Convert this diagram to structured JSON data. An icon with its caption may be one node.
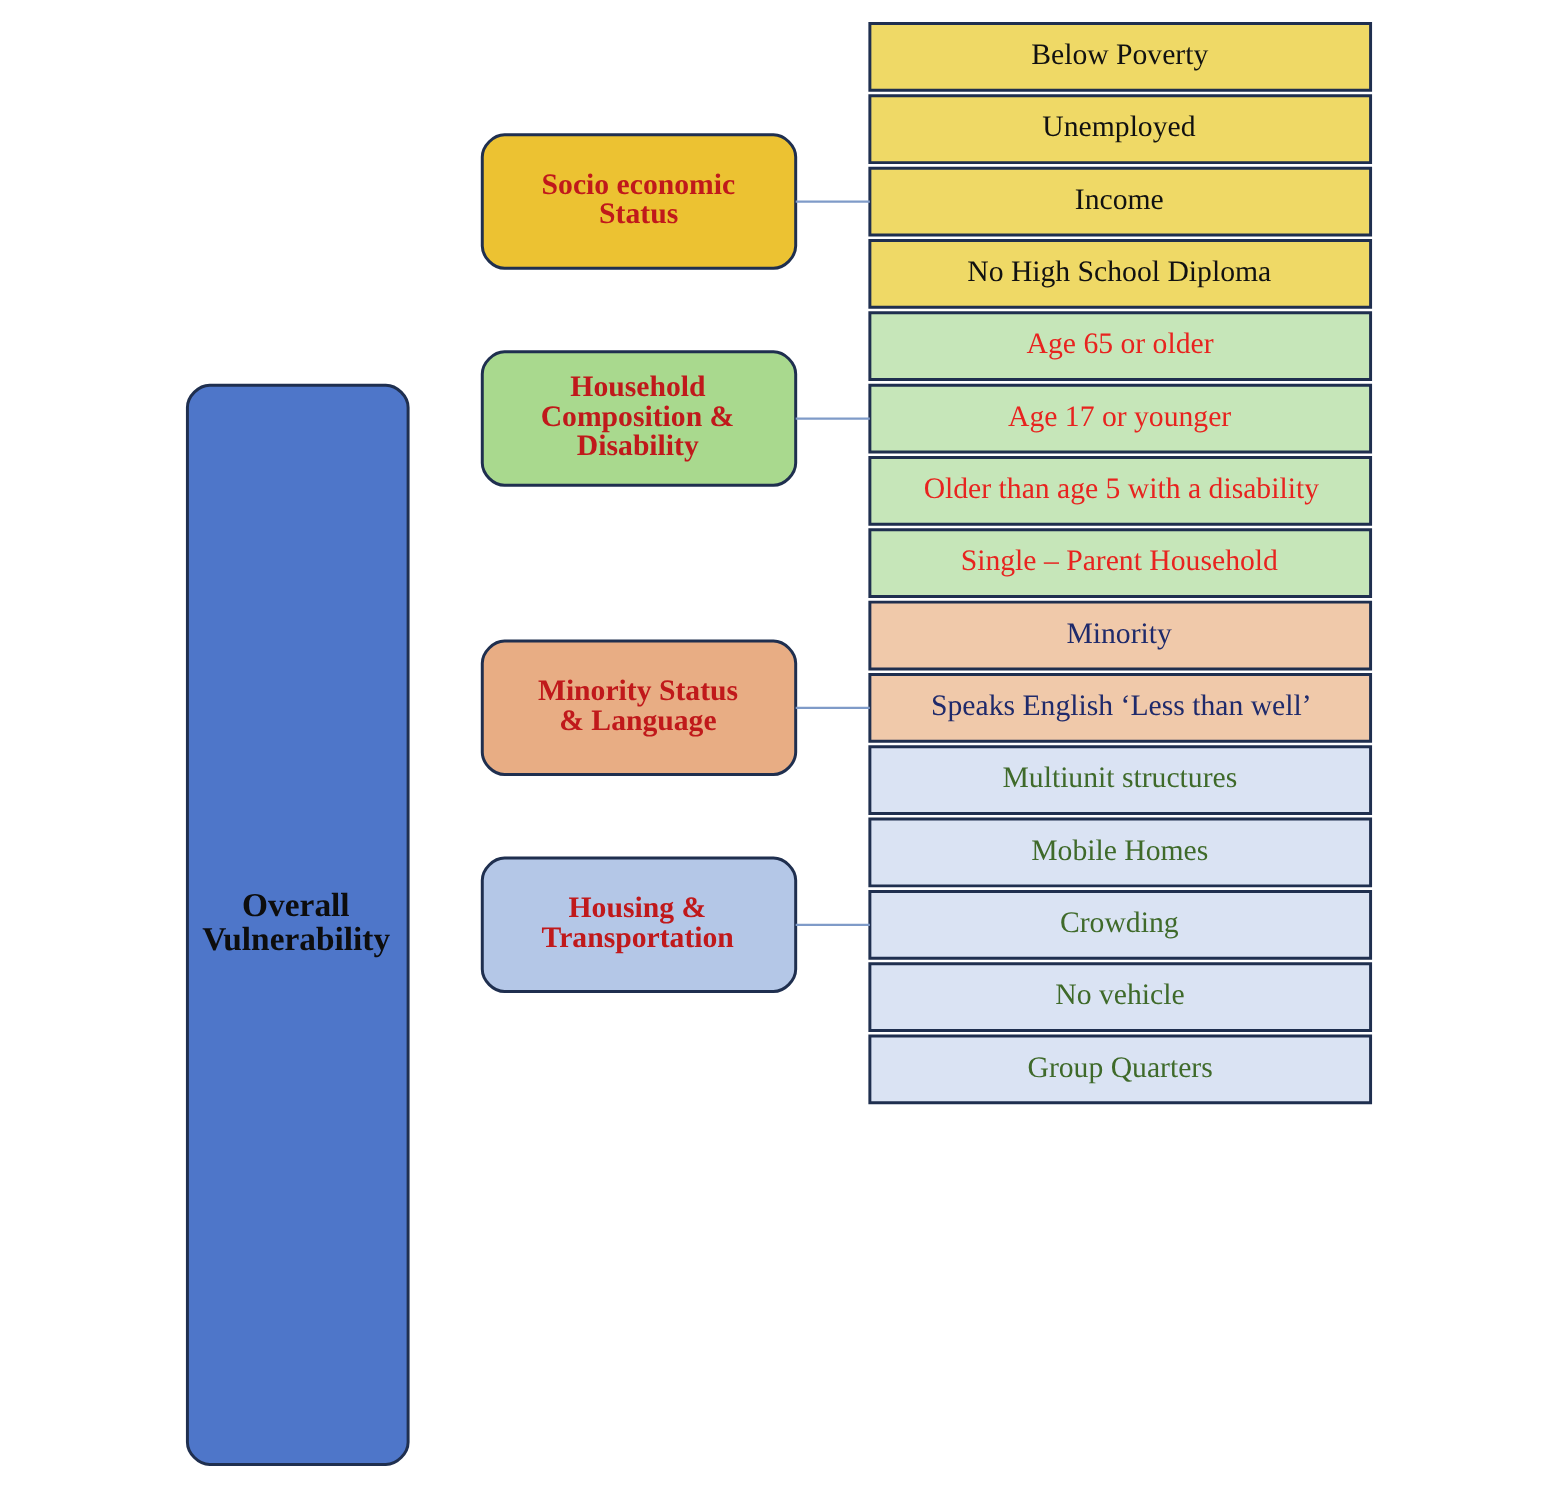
{
  "diagram": {
    "nodes": [
      {
        "text": [
          "Overall Vulnerability"
        ]
      },
      {
        "text": [
          "Socio economic Status"
        ]
      },
      {
        "text": [
          "Below Poverty"
        ]
      },
      {
        "text": [
          "Unemployed"
        ]
      },
      {
        "text": [
          "Income"
        ]
      },
      {
        "text": [
          "No High School Diploma"
        ]
      },
      {
        "text": [
          "Household Composition & Disability"
        ]
      },
      {
        "text": [
          "Age 65 or older"
        ]
      },
      {
        "text": [
          "Age 17 or younger"
        ]
      },
      {
        "text": [
          "Older than age 5 with a disability"
        ]
      },
      {
        "text": [
          "Single – Parent Household"
        ]
      },
      {
        "text": [
          "Minority Status & Language"
        ]
      },
      {
        "text": [
          "Minority"
        ]
      },
      {
        "text": [
          "Speaks English ‘Less than well’"
        ]
      },
      {
        "text": [
          "Housing & Transportation"
        ]
      },
      {
        "text": [
          "Multiunit structures"
        ]
      },
      {
        "text": [
          "Mobile Homes"
        ]
      },
      {
        "text": [
          "Crowding"
        ]
      },
      {
        "text": [
          "No vehicle"
        ]
      },
      {
        "text": [
          "Group Quarters"
        ]
      }
    ],
    "edges": [
      {
        "from": 1,
        "to": 4,
        "arrow": "none"
      },
      {
        "from": 6,
        "to": 8,
        "arrow": "none"
      },
      {
        "from": 11,
        "to": 13,
        "arrow": "none"
      },
      {
        "from": 14,
        "to": 17,
        "arrow": "none"
      }
    ]
  }
}
